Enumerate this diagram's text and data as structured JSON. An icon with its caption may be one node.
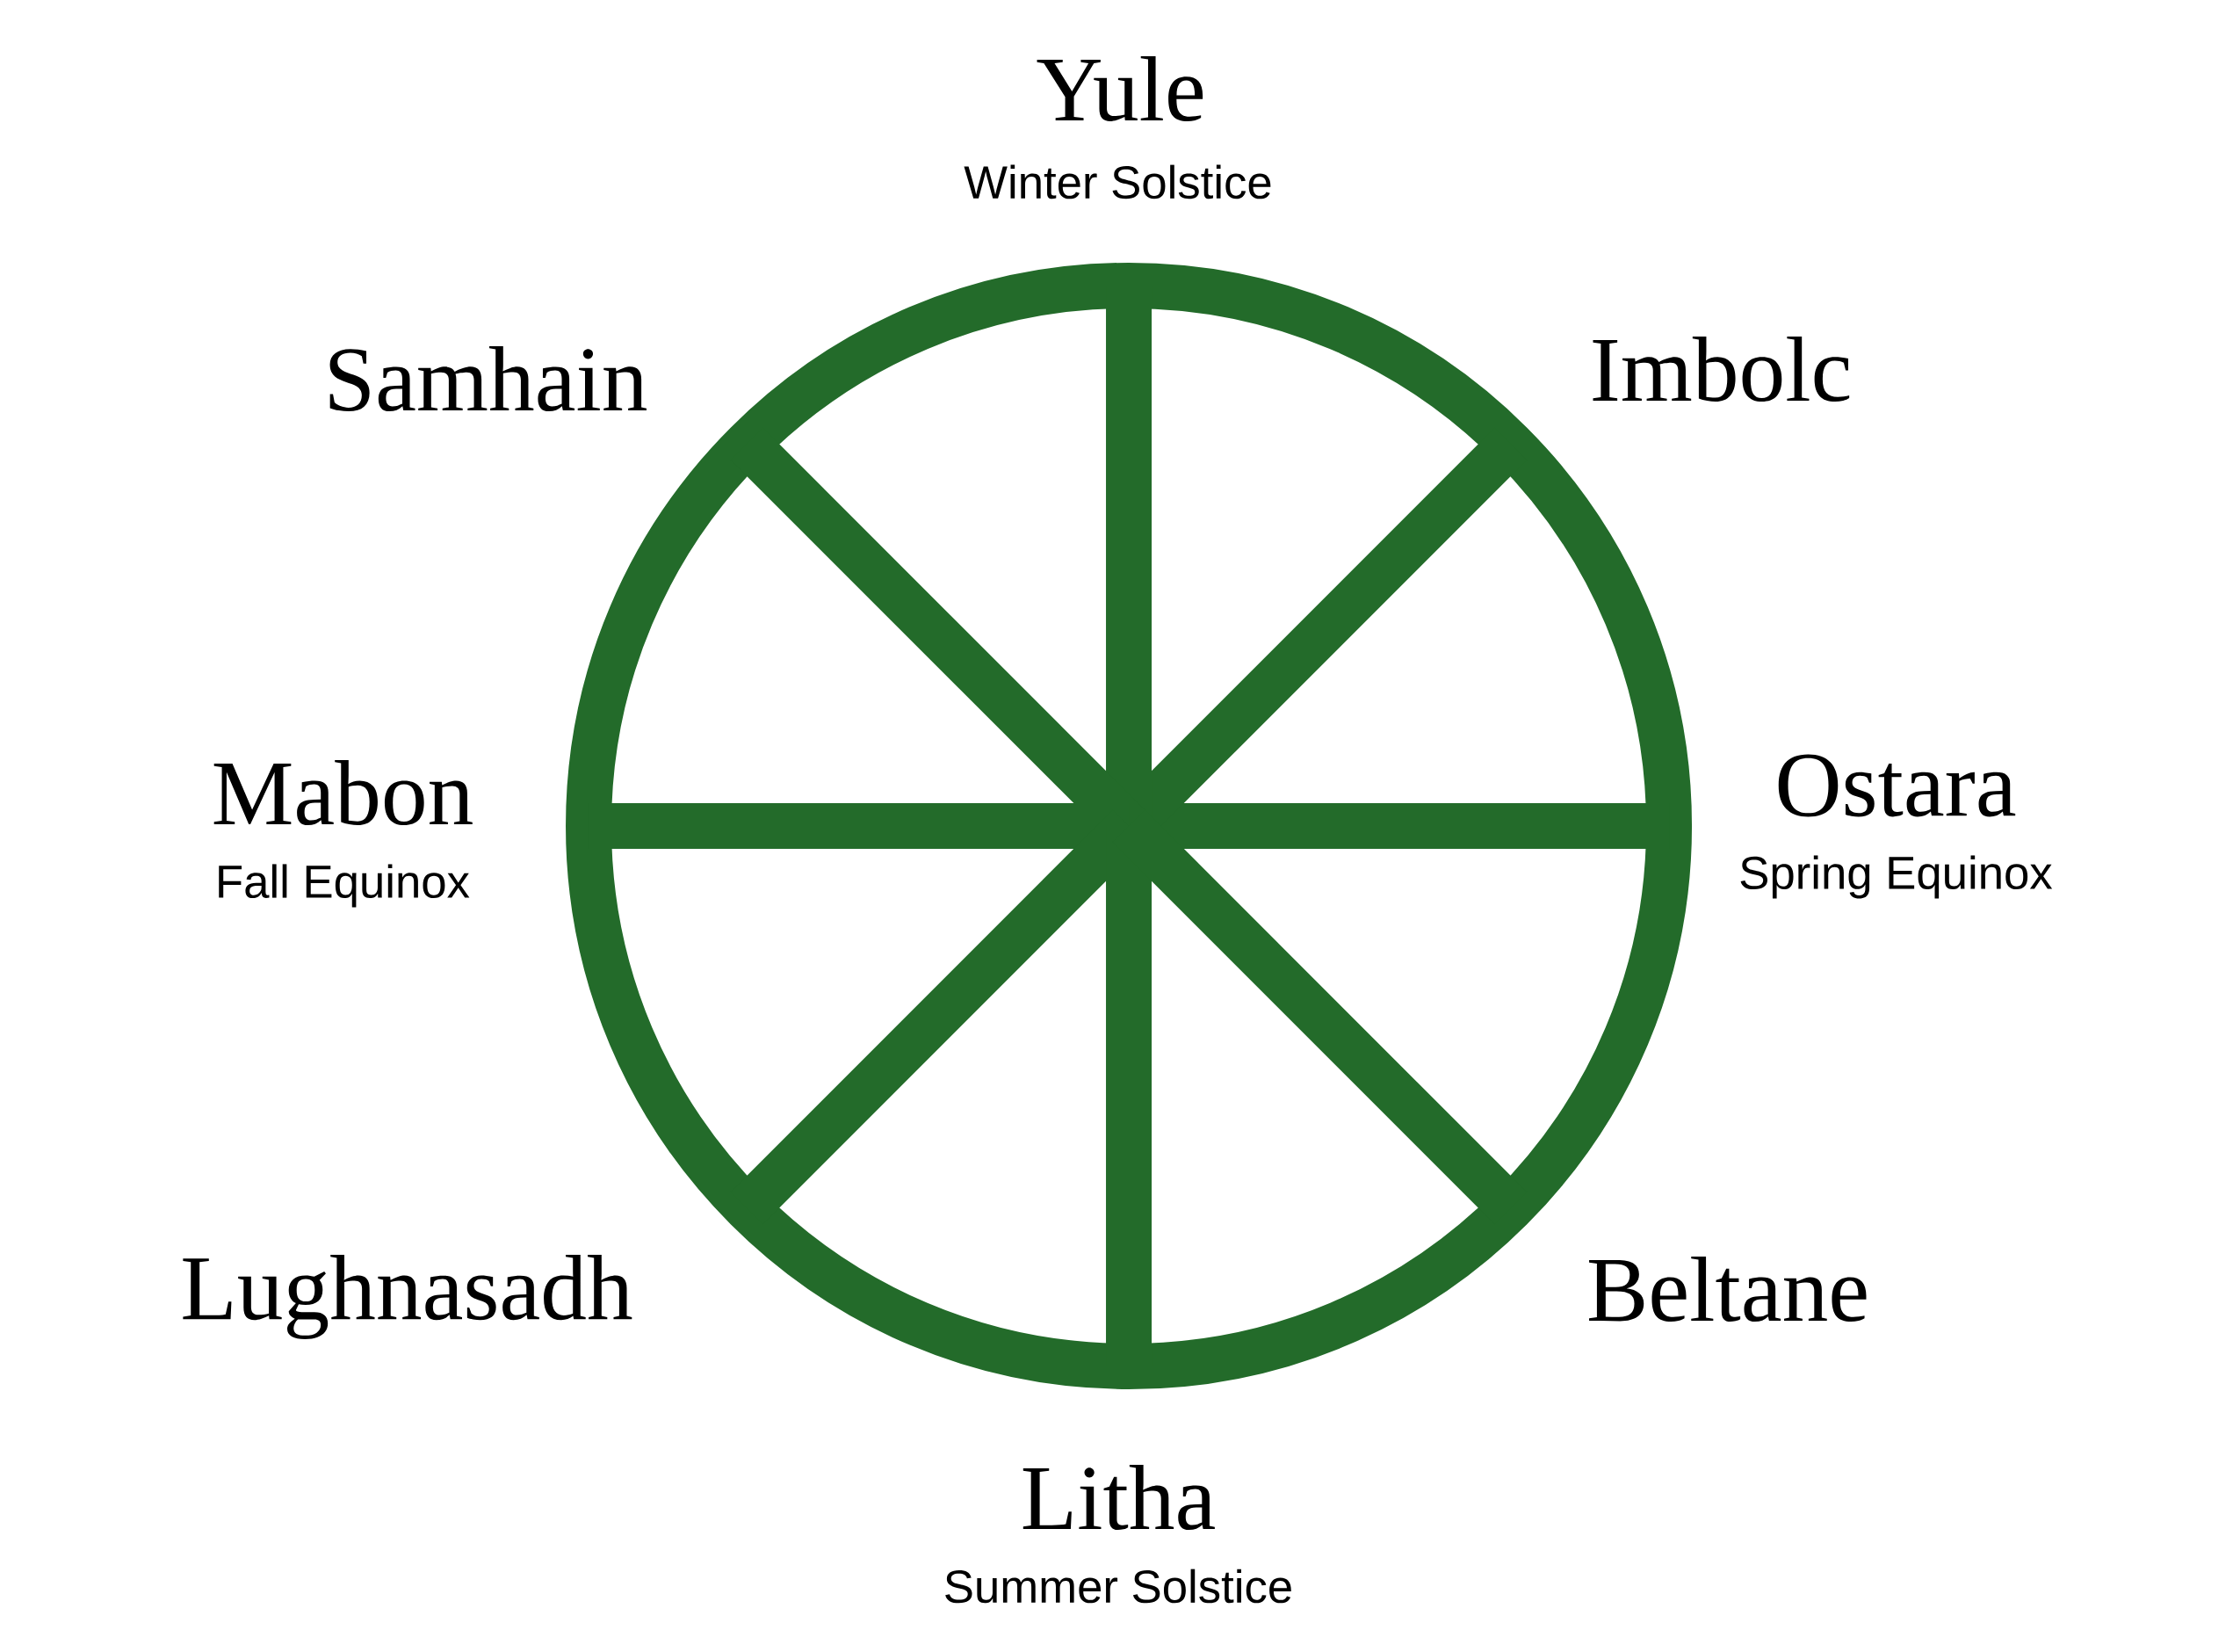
{
  "diagram": {
    "labels": [
      "Yule",
      "Winter Solstice",
      "Samhain",
      "Imbolc",
      "Mabon",
      "Fall Equinox",
      "Ostara",
      "Spring Equinox",
      "Lughnasadh",
      "Beltane",
      "Litha",
      "Summer Solstice"
    ]
  }
}
